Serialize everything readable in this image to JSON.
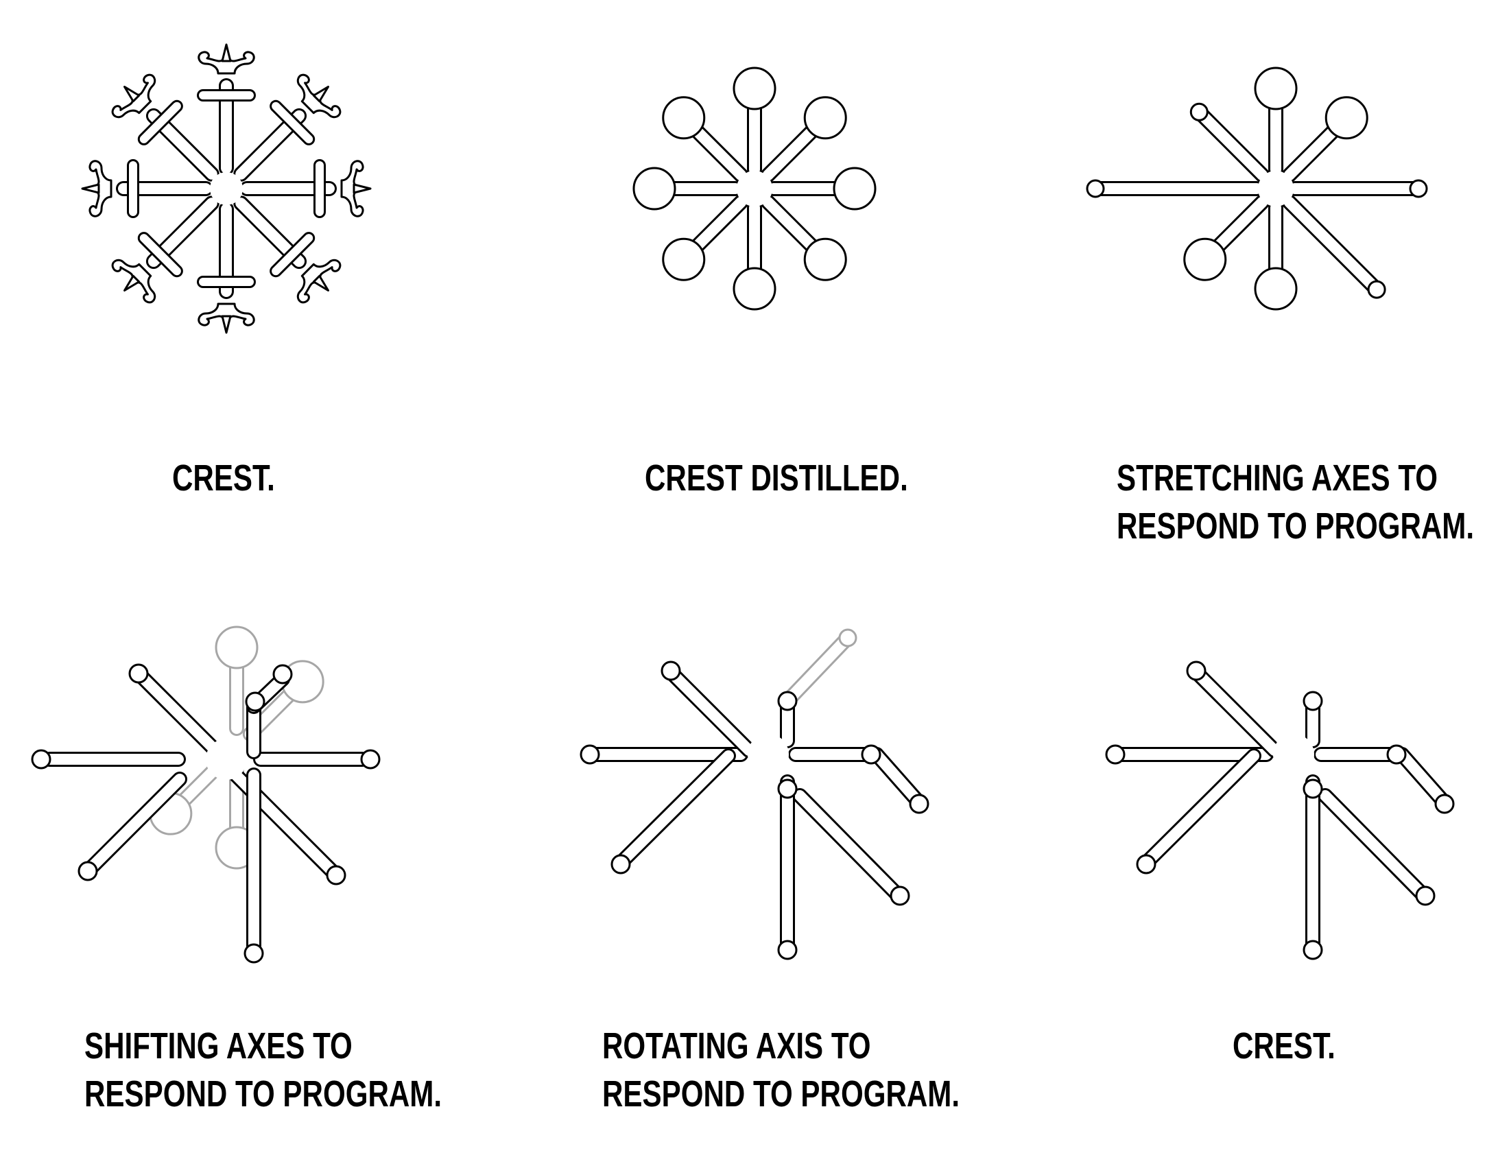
{
  "panels": [
    {
      "id": "crest",
      "caption": [
        "CREST."
      ]
    },
    {
      "id": "crest-distilled",
      "caption": [
        "CREST DISTILLED."
      ]
    },
    {
      "id": "stretching-axes",
      "caption": [
        "STRETCHING AXES TO",
        "RESPOND TO PROGRAM."
      ]
    },
    {
      "id": "shifting-axes",
      "caption": [
        "SHIFTING AXES TO",
        "RESPOND TO PROGRAM."
      ]
    },
    {
      "id": "rotating-axis",
      "caption": [
        "ROTATING AXIS TO",
        "RESPOND TO PROGRAM."
      ]
    },
    {
      "id": "crest-final",
      "caption": [
        "CREST."
      ]
    }
  ],
  "colors": {
    "stroke": "#000000",
    "ghost": "#a6a6a6",
    "background": "#ffffff"
  }
}
